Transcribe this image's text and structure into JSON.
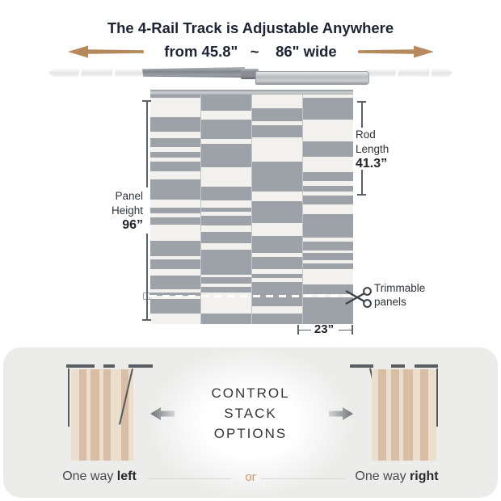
{
  "header": {
    "line1": "The 4-Rail Track is Adjustable Anywhere",
    "line2": "from 45.8\"   ~    86\" wide"
  },
  "measurements": {
    "panel_height": {
      "label_line1": "Panel",
      "label_line2": "Height",
      "value": "96”"
    },
    "rod_length": {
      "label_line1": "Rod",
      "label_line2": "Length",
      "value": "41.3”"
    },
    "panel_width": {
      "value": "23”"
    },
    "trimmable": {
      "label_line1": "Trimmable",
      "label_line2": "panels"
    }
  },
  "panels": {
    "count": 4,
    "colors": {
      "g": "#9da2a8",
      "w": "#f2f1ee"
    },
    "patterns": [
      [
        "g4",
        "w26",
        "g20",
        "w8",
        "g12",
        "w7",
        "g7",
        "w6",
        "g13",
        "w10",
        "g28",
        "w10",
        "g8",
        "w5",
        "g10",
        "w22",
        "g20",
        "w5",
        "g12",
        "w9",
        "g18",
        "w5",
        "g4",
        "w5",
        "g19",
        "w14"
      ],
      [
        "g20",
        "w11",
        "g24",
        "w6",
        "g28",
        "w24",
        "g17",
        "w9",
        "g5",
        "w5",
        "g12",
        "w8",
        "g14",
        "w8",
        "g30",
        "w3",
        "g8",
        "w4",
        "g7",
        "w26",
        "g13"
      ],
      [
        "w15",
        "g15",
        "w4",
        "g14",
        "w27",
        "g33",
        "w11",
        "g24",
        "w15",
        "g19",
        "w4",
        "g14",
        "w5",
        "g5",
        "w4",
        "g27",
        "w8",
        "g12"
      ],
      [
        "w4",
        "g24",
        "w24",
        "g17",
        "w17",
        "g10",
        "w5",
        "g7",
        "w4",
        "g10",
        "w11",
        "g26",
        "w4",
        "g10",
        "w3",
        "g8",
        "w4",
        "g6",
        "w17",
        "g11",
        "w3",
        "g30"
      ]
    ]
  },
  "control_stack": {
    "heading_line1": "CONTROL",
    "heading_line2": "STACK",
    "heading_line3": "OPTIONS",
    "left_option": {
      "regular": "One way",
      "bold": "left"
    },
    "right_option": {
      "regular": "One way",
      "bold": "right"
    },
    "separator": "or",
    "curtain_colors": {
      "l": "#ecdecd",
      "t": "#d8bea5"
    },
    "left_curtain_stripes": [
      "l10",
      "t9",
      "l5",
      "t11",
      "l5",
      "t9",
      "l13",
      "t9",
      "l6"
    ],
    "right_curtain_stripes": [
      "l8",
      "t10",
      "l6",
      "t10",
      "l5",
      "t12",
      "l9",
      "t10",
      "l10"
    ]
  },
  "icons": {
    "expand_left": "tan-arrow-left",
    "expand_right": "tan-arrow-right",
    "scissors": "scissors",
    "stack_left": "gray-arrow-left",
    "stack_right": "gray-arrow-right"
  },
  "colors": {
    "accent_tan": "#b5895c",
    "or_text": "#c69a6b",
    "panel_gray": "#9da2a8",
    "panel_white": "#f2f1ee",
    "card_bg": "#ececeb",
    "title_text": "#1d2433",
    "measure_line": "#5c6166"
  }
}
